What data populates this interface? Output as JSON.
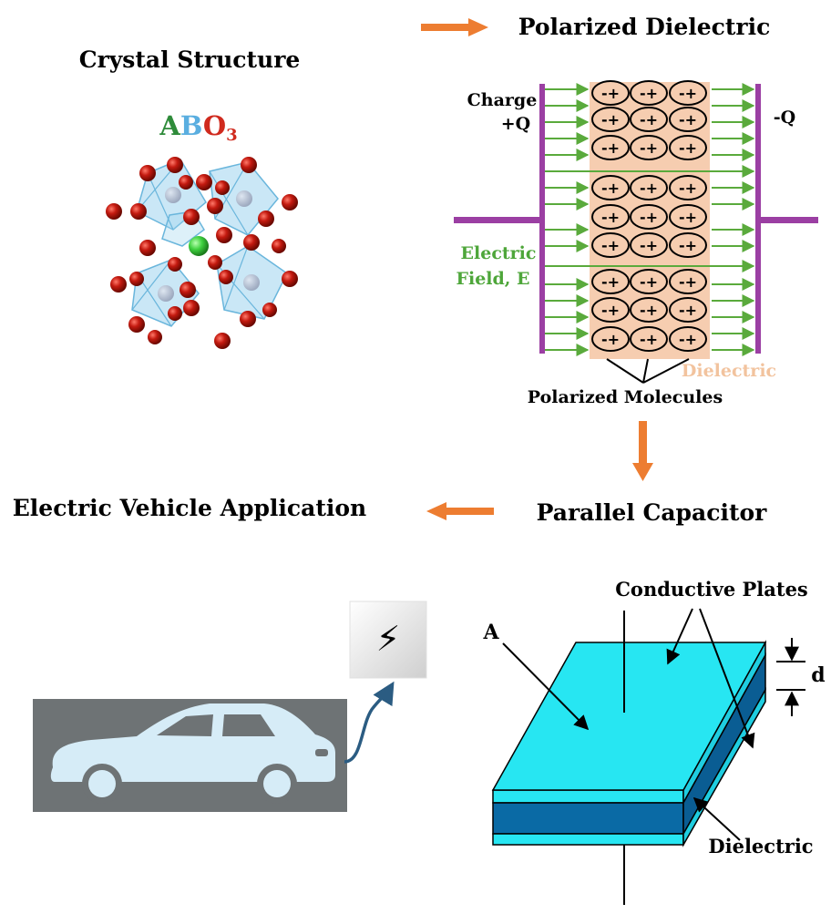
{
  "labels": {
    "crystal_structure": "Crystal Structure",
    "formula_a": "A",
    "formula_b": "B",
    "formula_o": "O",
    "formula_sub": "3",
    "polarized_dielectric": "Polarized Dielectric",
    "charge": "Charge",
    "plus_q": "+Q",
    "minus_q": "-Q",
    "electric": "Electric",
    "field_e": "Field, E",
    "dielectric_top": "Dielectric",
    "polarized_molecules": "Polarized Molecules",
    "parallel_capacitor": "Parallel Capacitor",
    "electric_vehicle": "Electric Vehicle Application",
    "conductive_plates": "Conductive Plates",
    "area_a": "A",
    "d": "d",
    "dielectric_bottom": "Dielectric",
    "molecule_sign": "-+",
    "bolt": "⚡"
  },
  "colors": {
    "arrow_orange": "#ed7d31",
    "plate_purple": "#9b3fa3",
    "field_green": "#5aaa3c",
    "label_green": "#4ea63a",
    "dielectric_fill": "#f6cdb0",
    "dielectric_label": "#f2c39e",
    "formula_a": "#2e8b3a",
    "formula_b": "#5aaee0",
    "formula_o": "#d02a1e",
    "atom_red": "#c41a10",
    "atom_green": "#3fd13f",
    "octa_blue": "#9fd3ee",
    "car_bg": "#6e7375",
    "car_body": "#d6ecf7",
    "cable": "#2b5c82",
    "cap_light": "#27e6f2",
    "cap_dark": "#0a6aa5"
  },
  "icons": {
    "octahedron": "octahedron-icon",
    "bolt": "lightning-bolt-icon",
    "car": "car-icon"
  }
}
